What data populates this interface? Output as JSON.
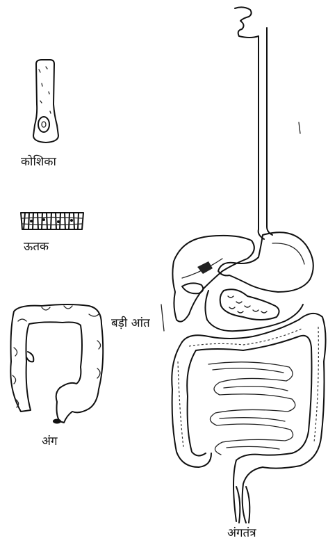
{
  "labels": {
    "cell": "कोशिका",
    "tissue": "ऊतक",
    "organ": "अंग",
    "large_intestine": "बड़ी आंत",
    "organ_system": "अंगतंत्र"
  }
}
